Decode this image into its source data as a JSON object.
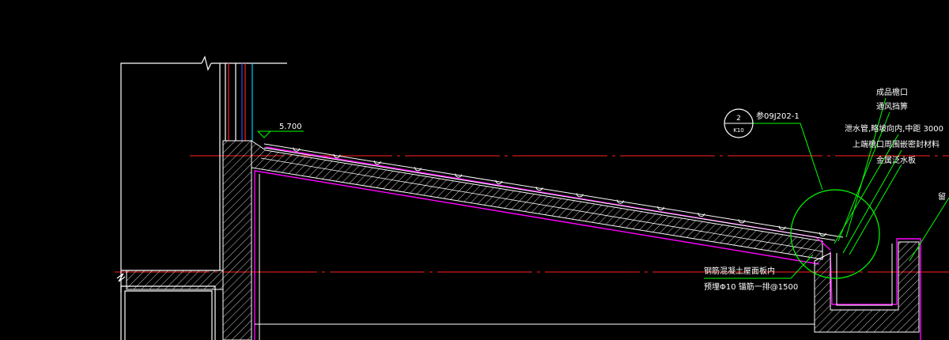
{
  "drawing": {
    "elevation": "5.700",
    "detail_symbol": {
      "number": "2",
      "sheet": "K10"
    },
    "reference": "参09J202-1",
    "callouts": [
      "成品檐口",
      "通风挡箅",
      "泄水管,略坡向内,中距 3000",
      "上端檐口周围嵌密封材料",
      "金属泛水板"
    ],
    "note_line1": "钢筋混凝土屋面板内",
    "note_line2": "预埋Φ10 锚筋一排@1500",
    "edge_label": "留",
    "colors": {
      "background": "#000000",
      "white": "#ffffff",
      "red": "#ff2020",
      "green": "#00ff00",
      "magenta": "#ff00ff",
      "cyan": "#00c8ff",
      "blue": "#3050ff"
    }
  }
}
